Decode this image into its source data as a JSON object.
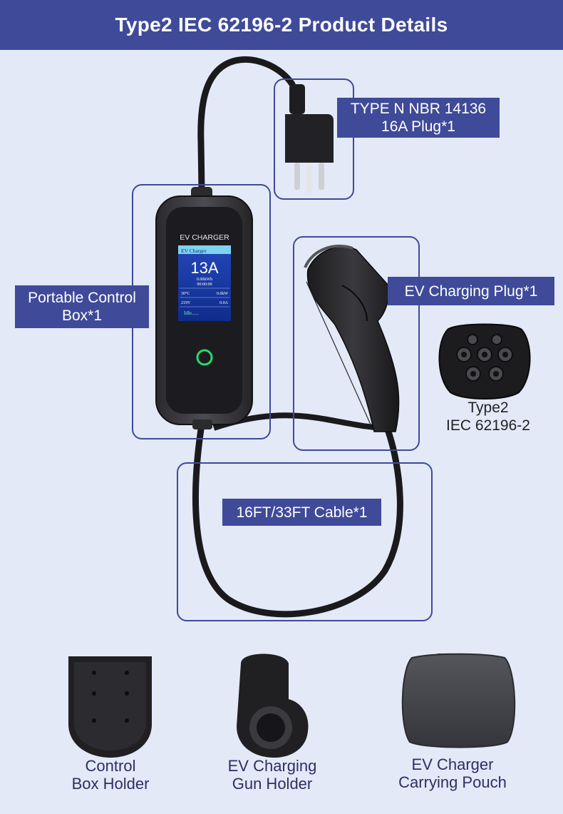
{
  "header": {
    "title": "Type2 IEC 62196-2 Product Details"
  },
  "labels": {
    "plug_line1": "TYPE N  NBR 14136",
    "plug_line2": "16A Plug*1",
    "box_line1": "Portable Control",
    "box_line2": "Box*1",
    "gun": "EV Charging Plug*1",
    "cable": "16FT/33FT Cable*1"
  },
  "connector": {
    "line1": "Type2",
    "line2": "IEC 62196-2"
  },
  "charger_screen": {
    "brand": "EV CHARGER",
    "title": "EV Charger",
    "current": "13A",
    "energy": "0.00kWh",
    "time": "00:00:00",
    "temp": "30°C",
    "power": "0.0kW",
    "voltage": "219V",
    "amps": "0.0A",
    "status": "Idle......"
  },
  "accessories": [
    {
      "line1": "Control",
      "line2": "Box Holder"
    },
    {
      "line1": "EV Charging",
      "line2": "Gun Holder"
    },
    {
      "line1": "EV Charger",
      "line2": "Carrying Pouch"
    }
  ],
  "colors": {
    "accent": "#3f4a99",
    "background": "#e3e9f7",
    "screen": "#1a3fa8",
    "led": "#2bd96b"
  }
}
